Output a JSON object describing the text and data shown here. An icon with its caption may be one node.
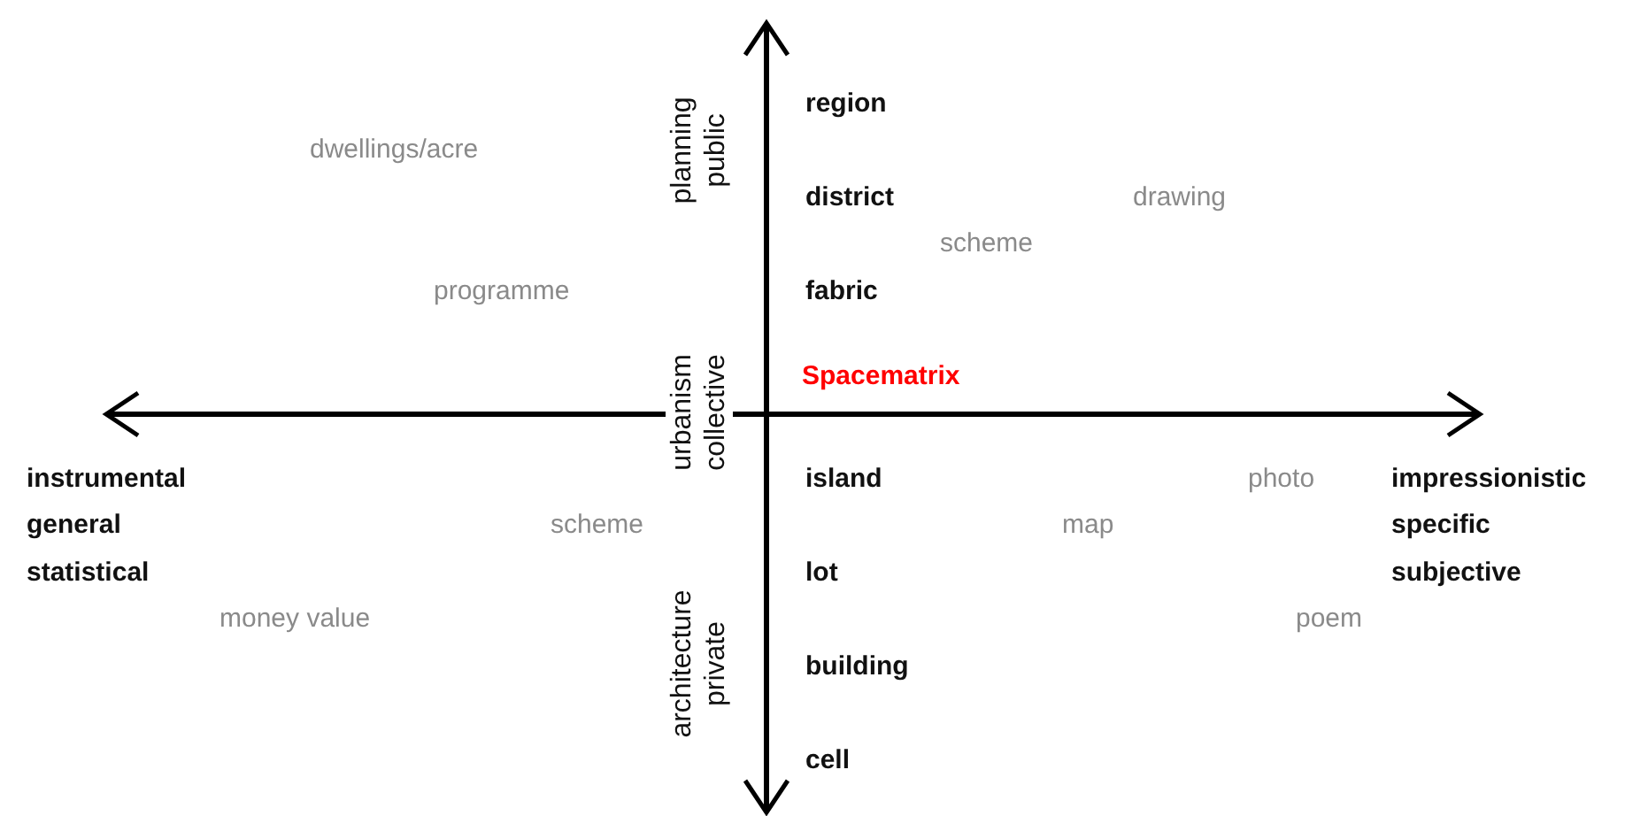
{
  "diagram": {
    "labels": [
      "region",
      "planning public",
      "dwellings/acre",
      "district",
      "drawing",
      "scheme",
      "programme",
      "fabric",
      "Spacematrix",
      "urbanism collective",
      "instrumental",
      "island",
      "photo",
      "impressionistic",
      "general",
      "scheme",
      "map",
      "specific",
      "statistical",
      "lot",
      "subjective",
      "money value",
      "poem",
      "architecture private",
      "building",
      "cell"
    ]
  }
}
